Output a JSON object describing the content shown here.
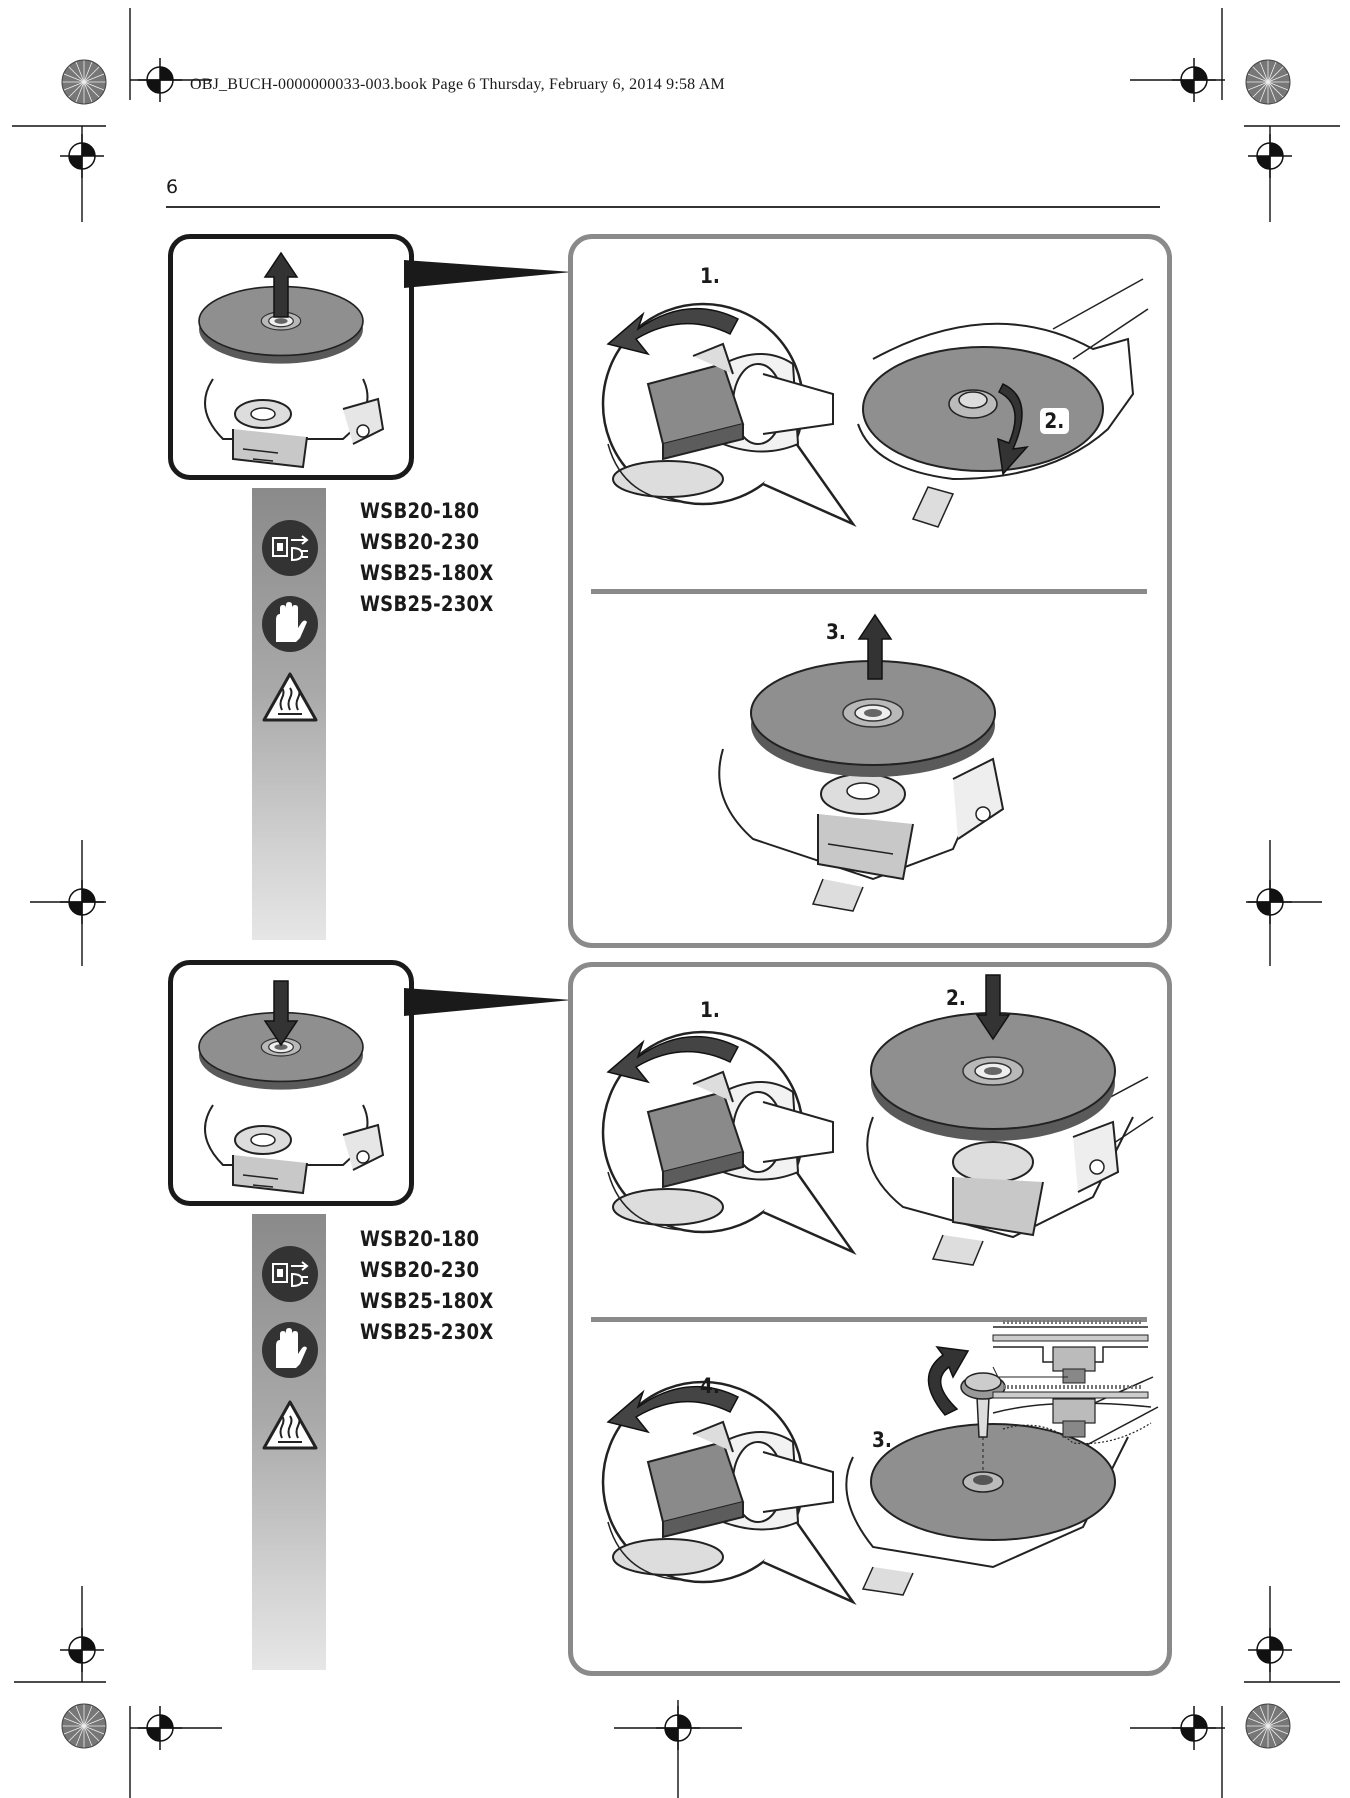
{
  "print_header": "OBJ_BUCH-0000000033-003.book  Page 6  Thursday, February 6, 2014  9:58 AM",
  "page_number": "6",
  "sections": [
    {
      "models": [
        "WSB20-180",
        "WSB20-230",
        "WSB25-180X",
        "WSB25-230X"
      ],
      "steps": [
        "1.",
        "2.",
        "3."
      ]
    },
    {
      "models": [
        "WSB20-180",
        "WSB20-230",
        "WSB25-180X",
        "WSB25-230X"
      ],
      "steps": [
        "1.",
        "2.",
        "3.",
        "4."
      ]
    }
  ],
  "icons": [
    "disconnect-plug-icon",
    "wear-gloves-icon",
    "hot-surface-warning-icon"
  ],
  "colors": {
    "disc": "#8f8f8f",
    "frame": "#1a1a1a",
    "panel_frame": "#8a8a8a",
    "strip_top": "#8a8a8a"
  }
}
